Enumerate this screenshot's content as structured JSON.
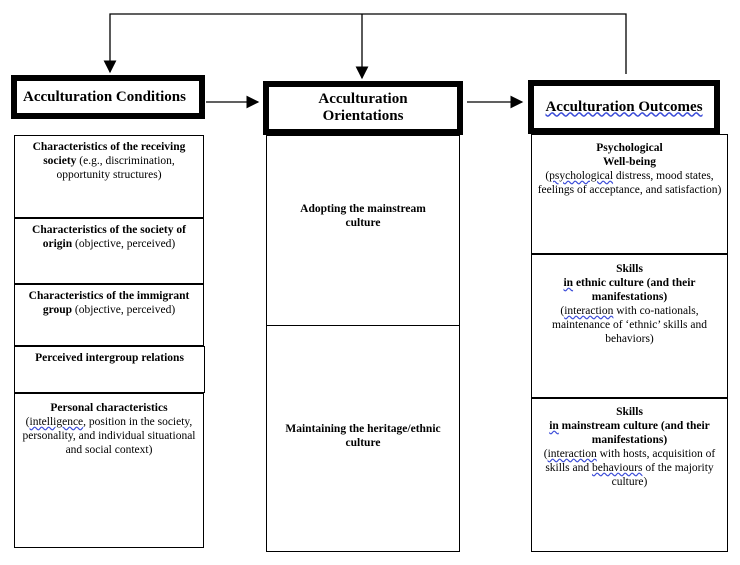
{
  "headers": {
    "conditions": "Acculturation Conditions",
    "orientations_line1": "Acculturation",
    "orientations_line2": "Orientations",
    "outcomes": "Acculturation  Outcomes"
  },
  "conditions": [
    {
      "bold": "Characteristics of the receiving society",
      "rest": " (e.g., discrimination, opportunity structures)"
    },
    {
      "bold": "Characteristics of the society of origin",
      "rest": " (objective, perceived)"
    },
    {
      "bold": "Characteristics of the immigrant group",
      "rest": " (objective, perceived)"
    },
    {
      "bold": "Perceived intergroup relations",
      "rest": ""
    },
    {
      "bold": "Personal characteristics",
      "rest_ul": "intelligence",
      "rest": ",  position in the society, personality, and individual situational and social context)"
    }
  ],
  "orientations": [
    "Adopting  the mainstream culture",
    "Maintaining the heritage/ethnic culture"
  ],
  "outcomes": [
    {
      "title1": "Psychological",
      "title2": "Well-being",
      "desc_ul": "psychological",
      "desc": " distress,  mood states, feelings of acceptance, and satisfaction)"
    },
    {
      "title1": "Skills",
      "title2_ul": "in",
      "title2": " ethnic culture (and their manifestations)",
      "desc_ul": "interaction",
      "desc": " with co-nationals, maintenance of ‘ethnic’ skills and behaviors)"
    },
    {
      "title1": "Skills",
      "title2_ul": "in",
      "title2": " mainstream culture (and their manifestations)",
      "desc_ul": "interaction",
      "desc": " with hosts, acquisition of skills  and ",
      "desc_ul2": "behaviours",
      "desc2": " of the majority culture)"
    }
  ]
}
